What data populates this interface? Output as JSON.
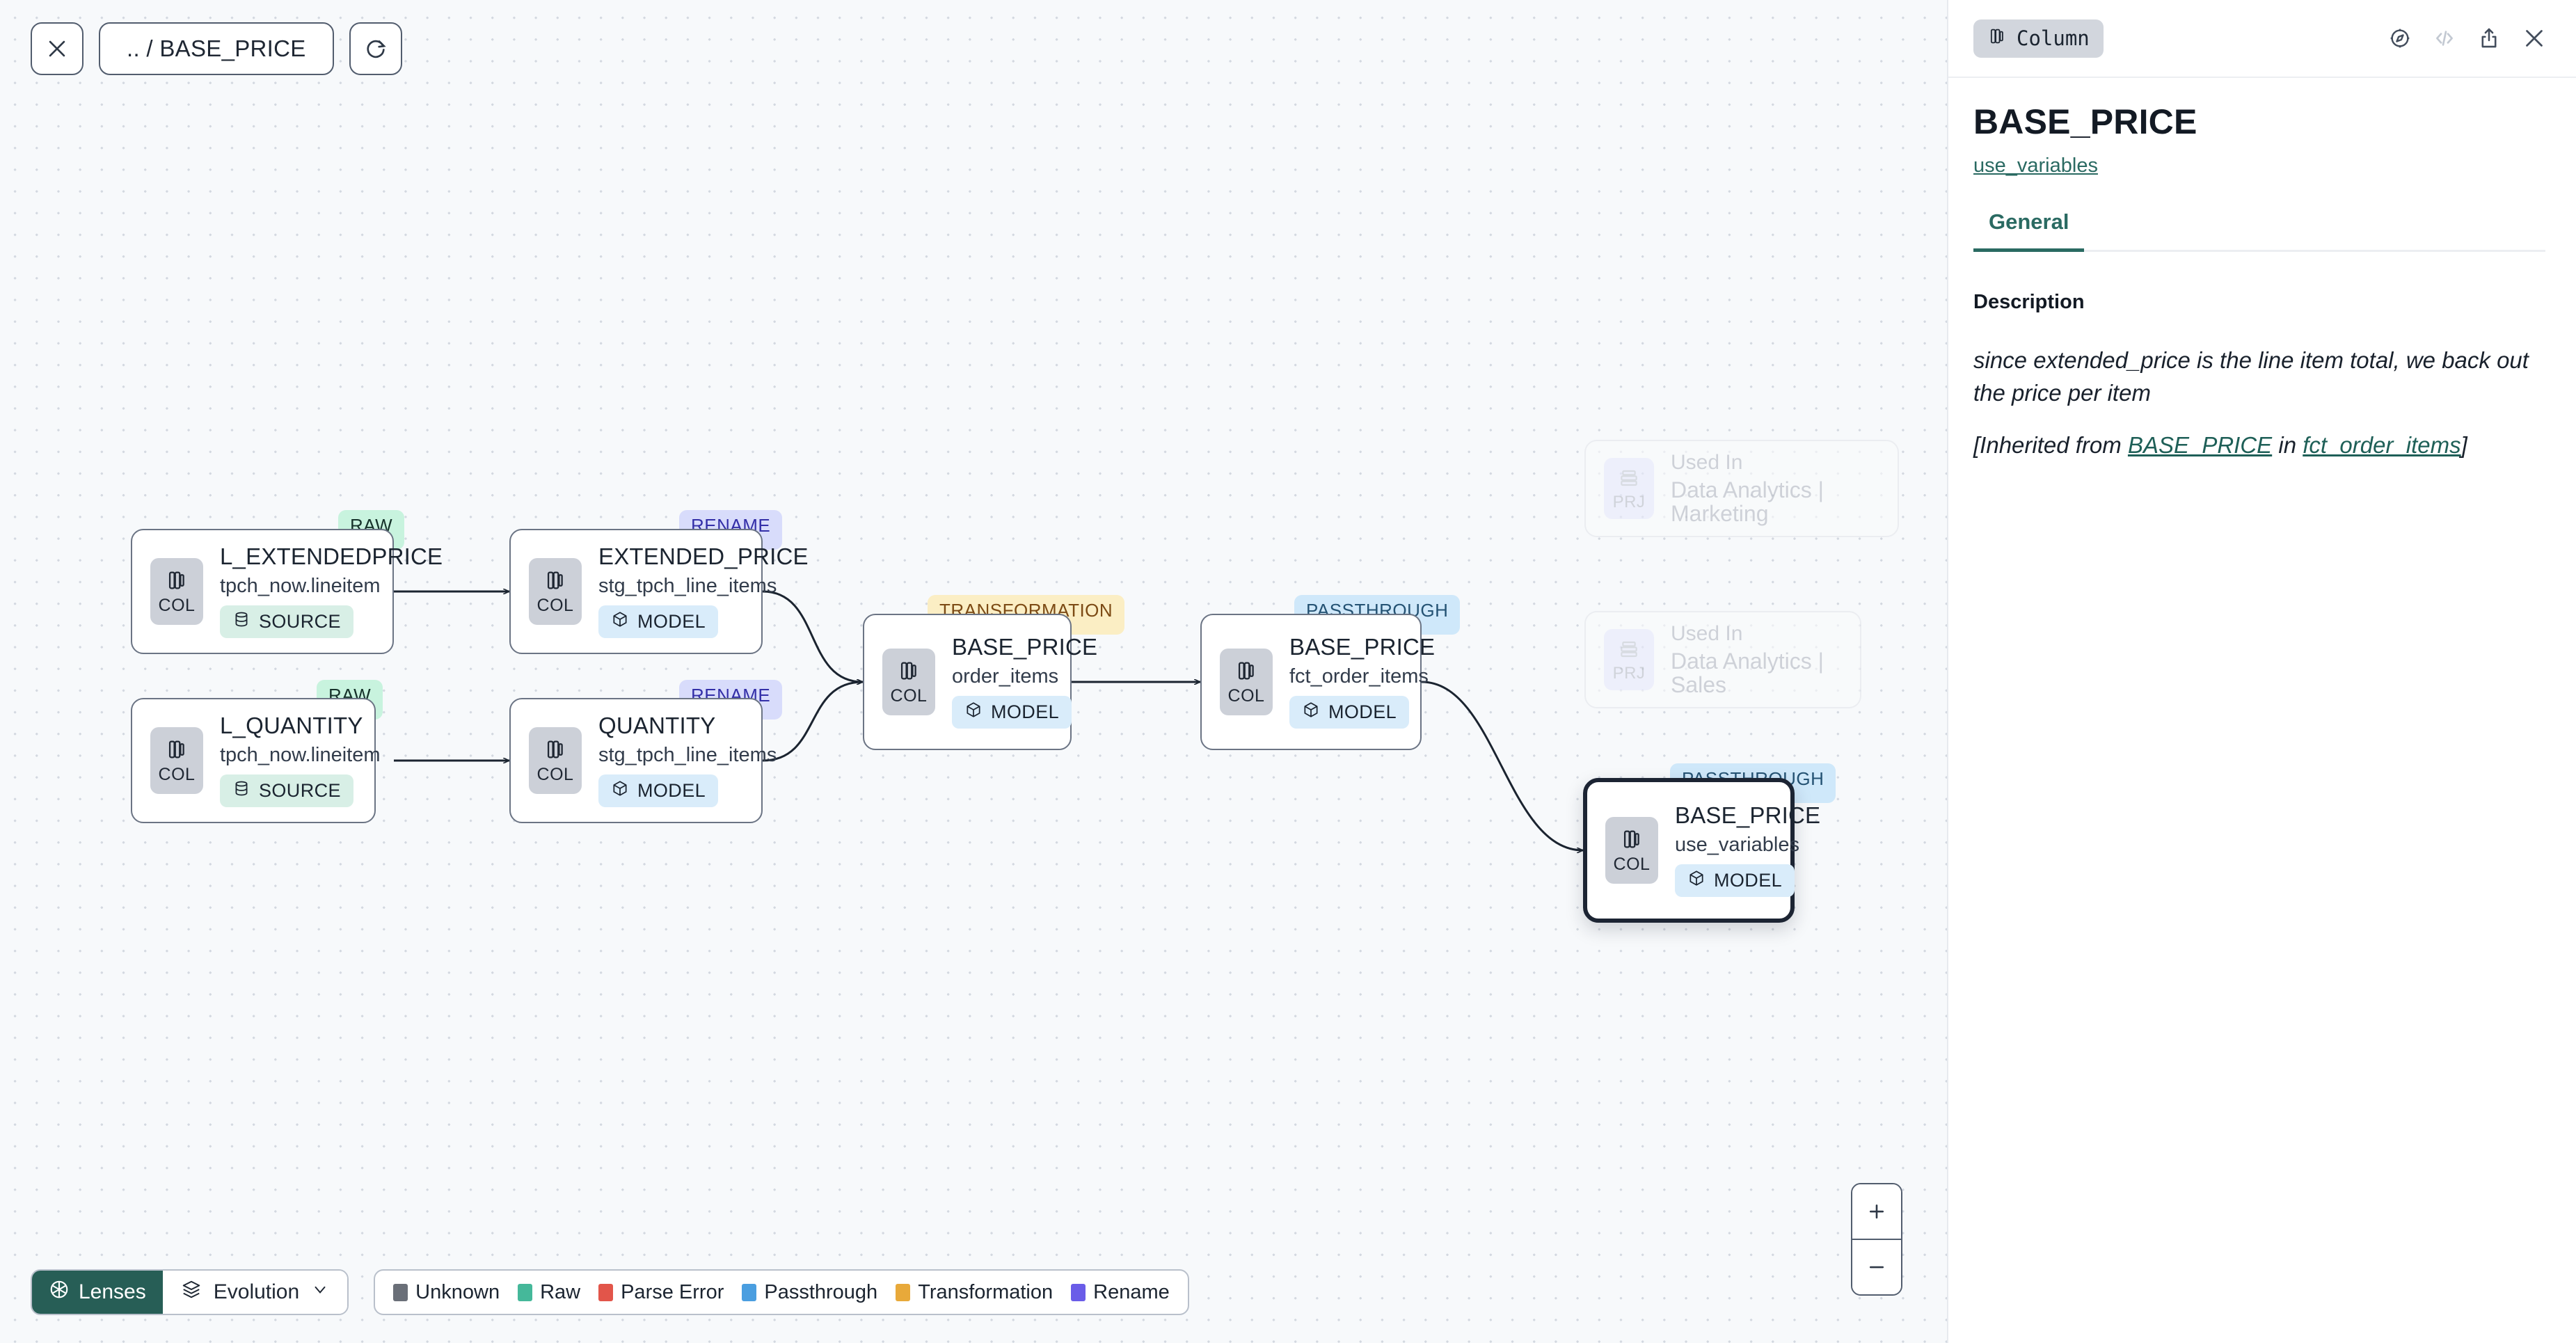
{
  "canvas": {
    "toolbar": {
      "close_icon": "close-icon",
      "breadcrumb": ".. / BASE_PRICE",
      "refresh_icon": "refresh-icon"
    },
    "nodes": [
      {
        "id": "l_extendedprice",
        "status": "RAW",
        "status_kind": "raw",
        "chip": "COL",
        "title": "L_EXTENDEDPRICE",
        "subtitle": "tpch_now.lineitem",
        "badge": "SOURCE",
        "badge_kind": "source",
        "badge_icon": "database-icon"
      },
      {
        "id": "l_quantity",
        "status": "RAW",
        "status_kind": "raw",
        "chip": "COL",
        "title": "L_QUANTITY",
        "subtitle": "tpch_now.lineitem",
        "badge": "SOURCE",
        "badge_kind": "source",
        "badge_icon": "database-icon"
      },
      {
        "id": "extended_price",
        "status": "RENAME",
        "status_kind": "rename",
        "chip": "COL",
        "title": "EXTENDED_PRICE",
        "subtitle": "stg_tpch_line_items",
        "badge": "MODEL",
        "badge_kind": "model",
        "badge_icon": "cube-icon"
      },
      {
        "id": "quantity",
        "status": "RENAME",
        "status_kind": "rename",
        "chip": "COL",
        "title": "QUANTITY",
        "subtitle": "stg_tpch_line_items",
        "badge": "MODEL",
        "badge_kind": "model",
        "badge_icon": "cube-icon"
      },
      {
        "id": "order_items",
        "status": "TRANSFORMATION",
        "status_kind": "trans",
        "chip": "COL",
        "title": "BASE_PRICE",
        "subtitle": "order_items",
        "badge": "MODEL",
        "badge_kind": "model",
        "badge_icon": "cube-icon"
      },
      {
        "id": "fct_order_items",
        "status": "PASSTHROUGH",
        "status_kind": "pass",
        "chip": "COL",
        "title": "BASE_PRICE",
        "subtitle": "fct_order_items",
        "badge": "MODEL",
        "badge_kind": "model",
        "badge_icon": "cube-icon"
      },
      {
        "id": "use_variables",
        "status": "PASSTHROUGH",
        "status_kind": "pass",
        "chip": "COL",
        "title": "BASE_PRICE",
        "subtitle": "use_variables",
        "badge": "MODEL",
        "badge_kind": "model",
        "badge_icon": "cube-icon",
        "selected": true
      }
    ],
    "ghost_nodes": [
      {
        "id": "marketing",
        "chip": "PRJ",
        "line1": "Used In",
        "line2": "Data Analytics | Marketing"
      },
      {
        "id": "sales",
        "chip": "PRJ",
        "line1": "Used In",
        "line2": "Data Analytics | Sales"
      }
    ],
    "zoom_controls": {
      "zoom_in": "+",
      "zoom_out": "−"
    },
    "bottom_bar": {
      "lenses_label": "Lenses",
      "lenses_icon": "aperture-icon",
      "evolution_label": "Evolution",
      "evolution_icon": "layers-icon",
      "evolution_caret": "chevron-down-icon",
      "legend": [
        {
          "label": "Unknown",
          "color": "#6a6f78"
        },
        {
          "label": "Raw",
          "color": "#45b89a"
        },
        {
          "label": "Parse Error",
          "color": "#e2554a"
        },
        {
          "label": "Passthrough",
          "color": "#4a9ee0"
        },
        {
          "label": "Transformation",
          "color": "#e8a93a"
        },
        {
          "label": "Rename",
          "color": "#6a5ce8"
        }
      ]
    }
  },
  "panel": {
    "kind_chip": "Column",
    "kind_chip_icon": "column-icon",
    "head_icons": [
      {
        "name": "compass-icon",
        "dim": false
      },
      {
        "name": "code-icon",
        "dim": true
      },
      {
        "name": "share-icon",
        "dim": false
      },
      {
        "name": "close-icon",
        "dim": false
      }
    ],
    "column_name": "BASE_PRICE",
    "model_link": "use_variables",
    "tabs": [
      {
        "label": "General",
        "active": true
      }
    ],
    "description_label": "Description",
    "description_text": "since extended_price is the line item total, we back out the price per item",
    "inherited_prefix": "[Inherited from ",
    "inherited_link_1": "BASE_PRICE",
    "inherited_mid": " in ",
    "inherited_link_2": "fct_order_items",
    "inherited_suffix": "]"
  }
}
